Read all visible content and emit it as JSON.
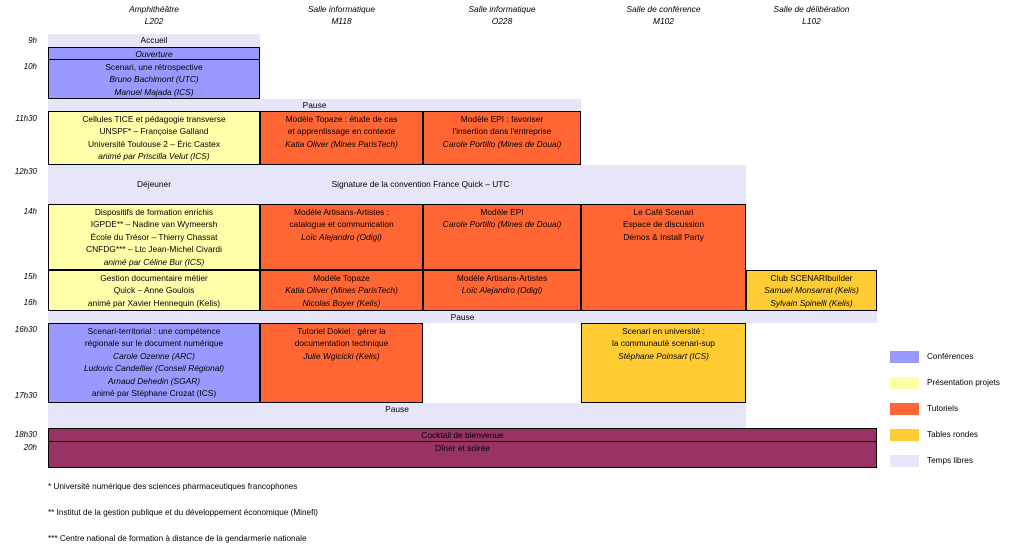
{
  "rooms": [
    {
      "name": "Amphithéâtre",
      "code": "L202"
    },
    {
      "name": "Salle informatique",
      "code": "M118"
    },
    {
      "name": "Salle informatique",
      "code": "O228"
    },
    {
      "name": "Salle de conférence",
      "code": "M102"
    },
    {
      "name": "Salle de délibération",
      "code": "L102"
    }
  ],
  "times": [
    "9h",
    "10h",
    "11h30",
    "12h30",
    "14h",
    "15h",
    "16h",
    "16h30",
    "17h30",
    "18h30",
    "20h"
  ],
  "events": {
    "accueil": "Accueil",
    "ouverture": "Ouverture",
    "scenari_retro": [
      "Scenari, une rétrospective",
      "Bruno Bachimont (UTC)",
      "Manuel Majada (ICS)"
    ],
    "pause1": "Pause",
    "cellules": [
      "Cellules TICE et pédagogie transverse",
      "UNSPF* – Françoise Galland",
      "Université Toulouse 2 – Éric Castex",
      "animé par Priscilla Velut (ICS)"
    ],
    "topaze1": [
      "Modèle Topaze : étude de cas",
      "et apprentissage en contexte",
      "Katia Oliver (Mines ParisTech)"
    ],
    "epi1": [
      "Modèle EPI : favoriser",
      "l'insertion dans l'entreprise",
      "Carole Portillo (Mines de Douai)"
    ],
    "dejeuner": "Déjeuner",
    "signature": "Signature de la convention France Quick – UTC",
    "dispositifs": [
      "Dispositifs de formation enrichis",
      "IGPDE** – Nadine van Wymeersh",
      "École du Trésor – Thierry Chassat",
      "CNFDG*** – Ltc Jean-Michel Civardi",
      "animé par Céline Bur (ICS)"
    ],
    "artisans1": [
      "Modèle Artisans-Artistes :",
      "catalogue et communication",
      "Loïc Alejandro (Odigi)"
    ],
    "epi2": [
      "Modèle EPI",
      "Carole Portillo (Mines de Douai)"
    ],
    "cafe": [
      "Le Café Scenari",
      "Espace de discussion",
      "Démos & Install Party"
    ],
    "gestion": [
      "Gestion documentaire métier",
      "Quick – Anne Goulois",
      "animé par Xavier Hennequin (Kelis)"
    ],
    "topaze2": [
      "Modèle Topaze",
      "Katia Oliver (Mines ParisTech)",
      "Nicolas Boyer (Kelis)"
    ],
    "artisans2": [
      "Modèle Artisans-Artistes",
      "Loïc Alejandro (Odigi)"
    ],
    "club": [
      "Club SCENARIbuilder",
      "Samuel Monsarrat (Kelis)",
      "Sylvain Spinelli (Kelis)"
    ],
    "pause2": "Pause",
    "territorial": [
      "Scenari-territorial : une compétence",
      "régionale sur le document numérique",
      "Carole Ozenne (ARC)",
      "Ludovic Candellier (Conseil Régional)",
      "Arnaud Dehedin (SGAR)",
      "animé par Stéphane Crozat (ICS)"
    ],
    "dokiel": [
      "Tutoriel Dokiel : gérer la",
      "documentation technique",
      "Julie Wgicicki (Kelis)"
    ],
    "universite": [
      "Scenari en université :",
      "la communauté scenari-sup",
      "Stéphane Poinsart (ICS)"
    ],
    "pause3": "Pause",
    "cocktail": "Cocktail de bienvenue",
    "diner": "Dîner et soirée"
  },
  "legend": [
    {
      "label": "Conférences",
      "color": "#9999ff"
    },
    {
      "label": "Présentation projets",
      "color": "#ffffaa"
    },
    {
      "label": "Tutoriels",
      "color": "#ff6633"
    },
    {
      "label": "Tables rondes",
      "color": "#ffcc33"
    },
    {
      "label": "Temps libres",
      "color": "#e6e6f8"
    }
  ],
  "notes": [
    "* Université numérique des sciences pharmaceutiques francophones",
    "** Institut de la gestion publique et du développement économique (Minefi)",
    "*** Centre national de formation à distance de la gendarmerie nationale"
  ]
}
